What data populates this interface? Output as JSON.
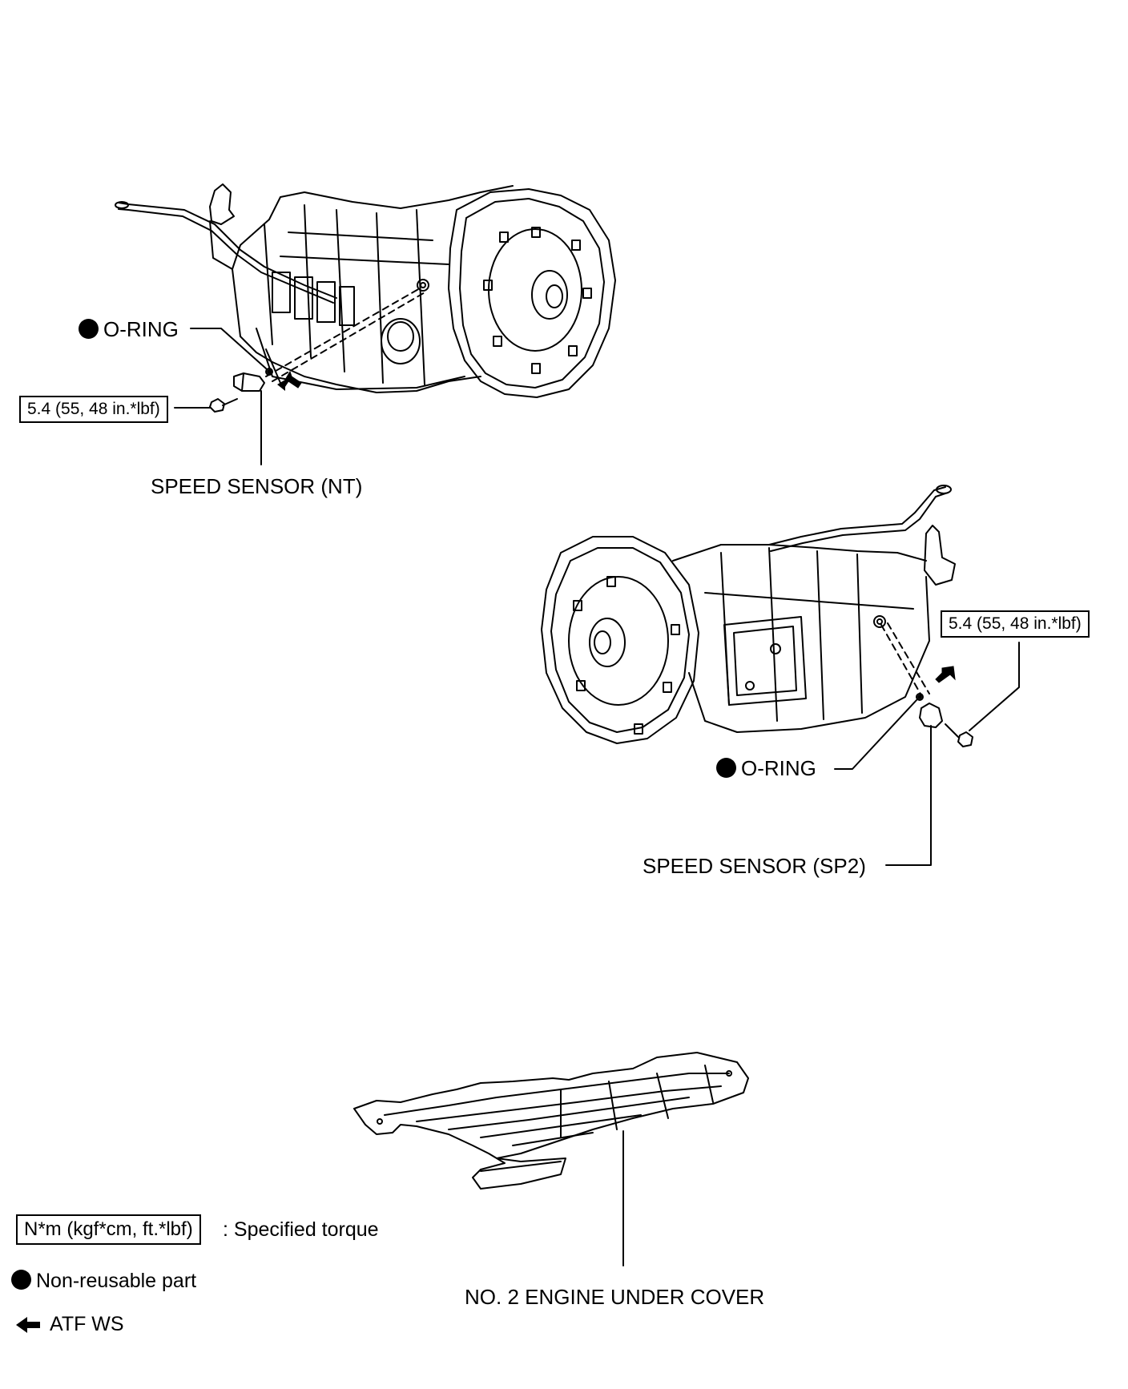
{
  "labels": {
    "oring_top": "O-RING",
    "torque_top": "5.4 (55, 48 in.*lbf)",
    "sensor_nt": "SPEED SENSOR (NT)",
    "torque_right": "5.4 (55, 48 in.*lbf)",
    "oring_right": "O-RING",
    "sensor_sp2": "SPEED SENSOR (SP2)",
    "under_cover": "NO. 2 ENGINE UNDER COVER"
  },
  "legend": {
    "torque_box": "N*m (kgf*cm, ft.*lbf)",
    "torque_text": ": Specified torque",
    "nonreusable_text": "Non-reusable part",
    "atf_text": "ATF WS"
  }
}
